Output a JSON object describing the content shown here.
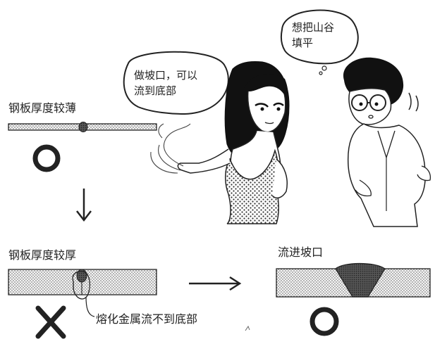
{
  "speech": {
    "woman_line1": "做坡口，可以",
    "woman_line2": "流到底部",
    "man_line1": "想把山谷",
    "man_line2": "填平"
  },
  "labels": {
    "thin_plate": "钢板厚度较薄",
    "thick_plate": "钢板厚度较厚",
    "groove": "流进坡口",
    "no_reach": "熔化金属流不到底部"
  },
  "marks": {
    "ok_symbol": "circle",
    "ng_symbol": "cross"
  }
}
